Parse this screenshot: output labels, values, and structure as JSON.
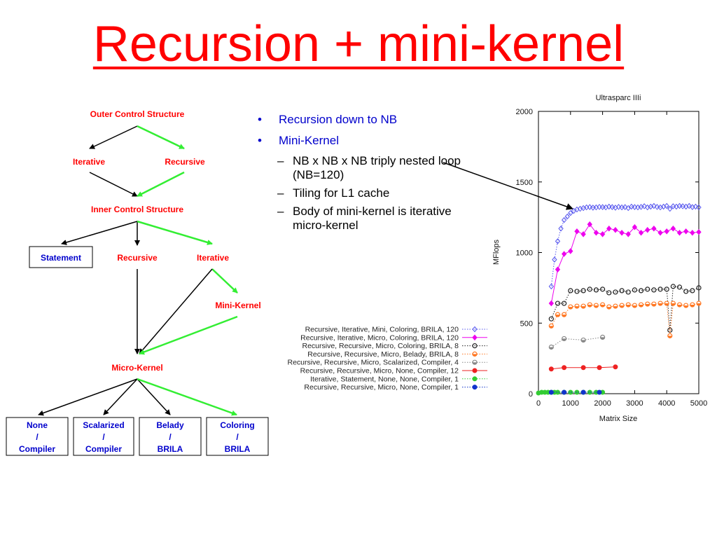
{
  "slide": {
    "title": "Recursion + mini-kernel"
  },
  "tree": {
    "outer": "Outer Control Structure",
    "iterative1": "Iterative",
    "recursive1": "Recursive",
    "inner": "Inner Control Structure",
    "statement": "Statement",
    "recursive2": "Recursive",
    "iterative2": "Iterative",
    "mini_kernel": "Mini-Kernel",
    "micro_kernel": "Micro-Kernel",
    "leaves": [
      {
        "top": "None",
        "mid": "/",
        "bottom": "Compiler"
      },
      {
        "top": "Scalarized",
        "mid": "/",
        "bottom": "Compiler"
      },
      {
        "top": "Belady",
        "mid": "/",
        "bottom": "BRILA"
      },
      {
        "top": "Coloring",
        "mid": "/",
        "bottom": "BRILA"
      }
    ]
  },
  "bullets": [
    {
      "text": "Recursion down to NB",
      "children": []
    },
    {
      "text": "Mini-Kernel",
      "children": [
        "NB x NB x NB triply nested loop (NB=120)",
        "Tiling for L1 cache",
        "Body of mini-kernel is iterative micro-kernel"
      ]
    }
  ],
  "colors": {
    "title": "#ff0000",
    "green_arrow": "#33ee33",
    "black_arrow": "#000000"
  },
  "chart_data": {
    "type": "line",
    "title": "Ultrasparc IIIi",
    "xlabel": "Matrix Size",
    "ylabel": "MFlops",
    "xlim": [
      0,
      5000
    ],
    "ylim": [
      0,
      2000
    ],
    "xticks": [
      0,
      1000,
      2000,
      3000,
      4000,
      5000
    ],
    "yticks": [
      0,
      500,
      1000,
      1500,
      2000
    ],
    "legend_position": "left of plot",
    "series": [
      {
        "name": "Recursive, Iterative, Mini, Coloring, BRILA, 120",
        "color": "#5555ee",
        "marker": "diamond-open",
        "line": "dotted",
        "x": [
          400,
          500,
          600,
          700,
          800,
          900,
          1000,
          1100,
          1200,
          1300,
          1400,
          1500,
          1600,
          1700,
          1800,
          1900,
          2000,
          2100,
          2200,
          2300,
          2400,
          2500,
          2600,
          2700,
          2800,
          2900,
          3000,
          3100,
          3200,
          3300,
          3400,
          3500,
          3600,
          3700,
          3800,
          3900,
          4000,
          4100,
          4200,
          4300,
          4400,
          4500,
          4600,
          4700,
          4800,
          4900,
          5000
        ],
        "y": [
          760,
          950,
          1080,
          1170,
          1230,
          1255,
          1280,
          1295,
          1305,
          1310,
          1315,
          1320,
          1322,
          1318,
          1320,
          1323,
          1322,
          1320,
          1325,
          1322,
          1318,
          1323,
          1320,
          1322,
          1315,
          1325,
          1322,
          1320,
          1323,
          1328,
          1320,
          1325,
          1330,
          1323,
          1320,
          1325,
          1330,
          1310,
          1328,
          1325,
          1330,
          1328,
          1325,
          1330,
          1322,
          1325,
          1320
        ]
      },
      {
        "name": "Recursive, Iterative, Micro, Coloring, BRILA, 120",
        "color": "#ee00ee",
        "marker": "diamond-filled",
        "line": "solid",
        "x": [
          400,
          600,
          800,
          1000,
          1200,
          1400,
          1600,
          1800,
          2000,
          2200,
          2400,
          2600,
          2800,
          3000,
          3200,
          3400,
          3600,
          3800,
          4000,
          4200,
          4400,
          4600,
          4800,
          5000
        ],
        "y": [
          640,
          880,
          990,
          1010,
          1150,
          1130,
          1200,
          1140,
          1130,
          1170,
          1160,
          1140,
          1130,
          1180,
          1140,
          1160,
          1170,
          1140,
          1150,
          1170,
          1140,
          1150,
          1140,
          1145
        ]
      },
      {
        "name": "Recursive, Recursive, Micro, Coloring, BRILA, 8",
        "color": "#222222",
        "marker": "circle-open",
        "line": "dotted",
        "x": [
          400,
          600,
          800,
          1000,
          1200,
          1400,
          1600,
          1800,
          2000,
          2200,
          2400,
          2600,
          2800,
          3000,
          3200,
          3400,
          3600,
          3800,
          4000,
          4100,
          4200,
          4400,
          4600,
          4800,
          5000
        ],
        "y": [
          530,
          640,
          640,
          730,
          725,
          730,
          740,
          735,
          740,
          715,
          720,
          730,
          720,
          735,
          730,
          740,
          735,
          740,
          740,
          450,
          760,
          755,
          725,
          730,
          750
        ]
      },
      {
        "name": "Recursive, Recursive, Micro, Belady, BRILA, 8",
        "color": "#ff7722",
        "marker": "circle-half",
        "line": "dotted",
        "x": [
          400,
          600,
          800,
          1000,
          1200,
          1400,
          1600,
          1800,
          2000,
          2200,
          2400,
          2600,
          2800,
          3000,
          3200,
          3400,
          3600,
          3800,
          4000,
          4100,
          4200,
          4400,
          4600,
          4800,
          5000
        ],
        "y": [
          480,
          560,
          560,
          615,
          620,
          620,
          630,
          625,
          630,
          615,
          620,
          625,
          630,
          625,
          630,
          635,
          635,
          640,
          640,
          410,
          640,
          630,
          625,
          630,
          640
        ]
      },
      {
        "name": "Recursive, Recursive, Micro, Scalarized, Compiler, 4",
        "color": "#888888",
        "marker": "circle-half",
        "line": "dotted",
        "x": [
          400,
          800,
          1400,
          2000
        ],
        "y": [
          330,
          390,
          380,
          400
        ]
      },
      {
        "name": "Recursive, Recursive, Micro, None, Compiler, 12",
        "color": "#ee2222",
        "marker": "circle-filled",
        "line": "solid",
        "x": [
          400,
          800,
          1400,
          1900,
          2400
        ],
        "y": [
          175,
          185,
          185,
          185,
          190
        ]
      },
      {
        "name": "Iterative, Statement, None, None, Compiler, 1",
        "color": "#33cc33",
        "marker": "circle-filled",
        "line": "dotted",
        "x": [
          0,
          100,
          200,
          300,
          400,
          500,
          600,
          800,
          1000,
          1200,
          1400,
          1600,
          1800,
          2000
        ],
        "y": [
          5,
          10,
          10,
          10,
          10,
          10,
          10,
          10,
          10,
          10,
          10,
          10,
          10,
          10
        ]
      },
      {
        "name": "Recursive, Recursive, Micro, None, Compiler, 1",
        "color": "#1133cc",
        "marker": "circle-filled",
        "line": "dotted",
        "x": [
          400,
          800,
          1400,
          1900
        ],
        "y": [
          10,
          10,
          10,
          10
        ]
      }
    ]
  }
}
